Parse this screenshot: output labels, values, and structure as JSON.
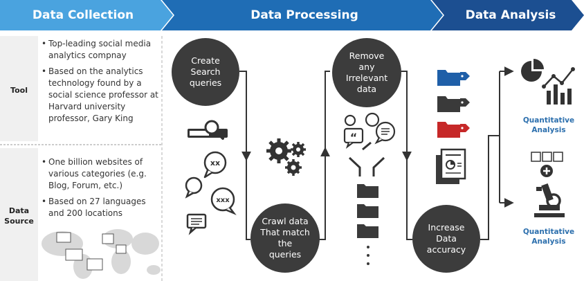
{
  "banners": {
    "collection": "Data Collection",
    "processing": "Data Processing",
    "analysis": "Data Analysis"
  },
  "colors": {
    "banner_collection": "#4aa3df",
    "banner_processing": "#1f6db5",
    "banner_analysis": "#1c4f91",
    "circle": "#3c3c3c",
    "accent_blue": "#2c6fad",
    "folder_red": "#c62828"
  },
  "tool": {
    "label": "Tool",
    "bullets": [
      "Top-leading social media analytics compnay",
      "Based on the analytics technology found by a social science professor at Harvard university professor, Gary King"
    ]
  },
  "data_source": {
    "label_line1": "Data",
    "label_line2": "Source",
    "bullets": [
      "One billion websites of various categories (e.g. Blog, Forum, etc.)",
      "Based on 27 languages and 200 locations"
    ]
  },
  "steps": {
    "create": [
      "Create",
      "Search",
      "queries"
    ],
    "crawl": [
      "Crawl data",
      "That match",
      "the",
      "queries"
    ],
    "remove": [
      "Remove",
      "any",
      "Irrelevant",
      "data"
    ],
    "increase": [
      "Increase",
      "Data",
      "accuracy"
    ]
  },
  "analysis": {
    "top_line1": "Quantitative",
    "top_line2": "Analysis",
    "bottom_line1": "Quantitative",
    "bottom_line2": "Analysis"
  },
  "icons": {
    "bubble_xx": "xx",
    "bubble_xxx": "xxx",
    "quote": "“"
  }
}
